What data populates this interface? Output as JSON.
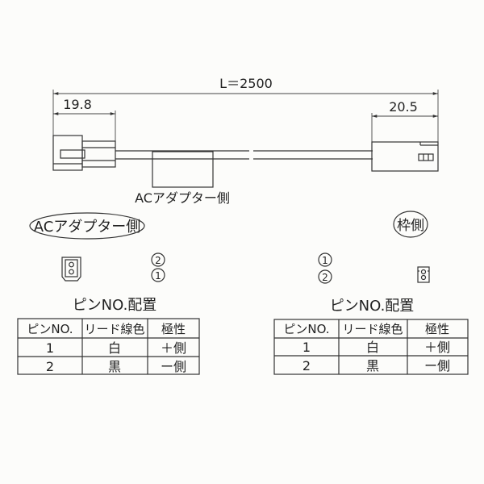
{
  "dimensions": {
    "total_length": "L＝2500",
    "left_connector_width": "19.8",
    "right_connector_width": "20.5"
  },
  "drawing_label": "ACアダプター側",
  "left_side": {
    "title": "ACアダプター側",
    "pin_top": "2",
    "pin_bottom": "1",
    "pin_layout_label": "ピンNO.配置",
    "table": {
      "headers": [
        "ピンNO.",
        "リード線色",
        "極性"
      ],
      "rows": [
        [
          "1",
          "白",
          "＋側"
        ],
        [
          "2",
          "黒",
          "ー側"
        ]
      ]
    }
  },
  "right_side": {
    "title": "枠側",
    "pin_top": "1",
    "pin_bottom": "2",
    "pin_layout_label": "ピンNO.配置",
    "table": {
      "headers": [
        "ピンNO.",
        "リード線色",
        "極性"
      ],
      "rows": [
        [
          "1",
          "白",
          "＋側"
        ],
        [
          "2",
          "黒",
          "ー側"
        ]
      ]
    }
  }
}
